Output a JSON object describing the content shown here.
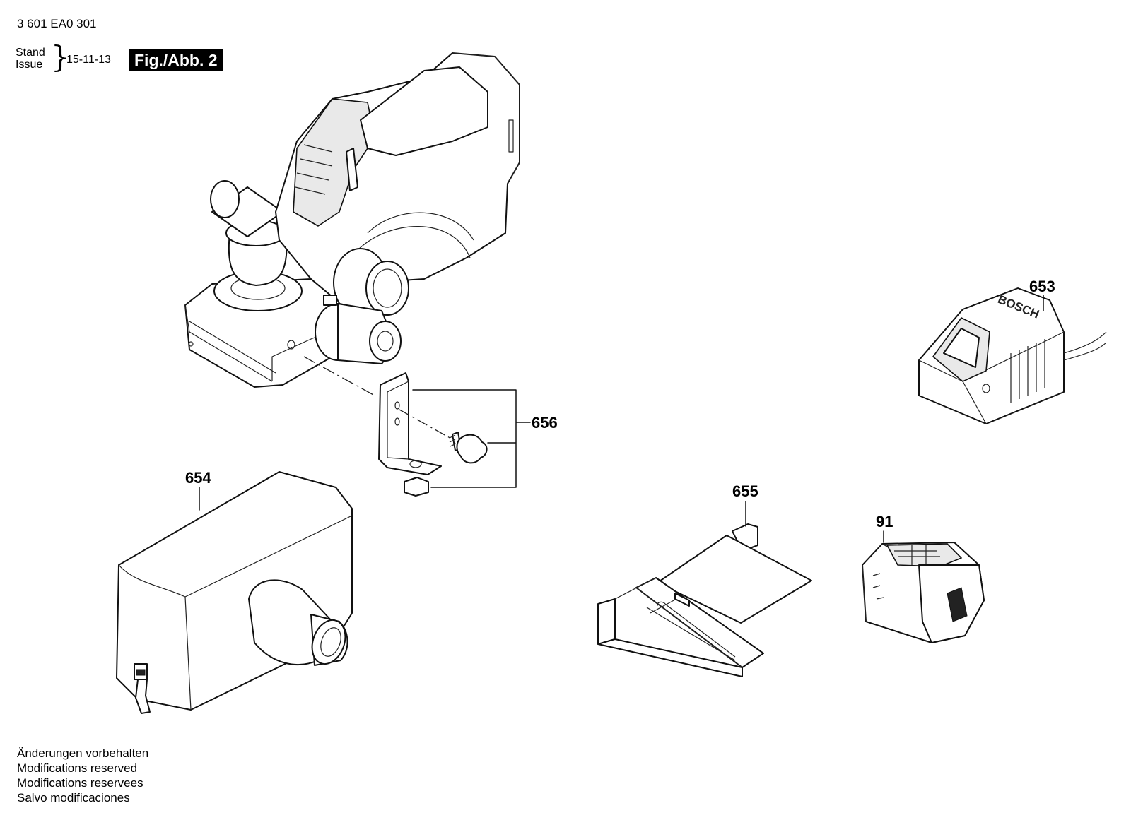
{
  "header": {
    "doc_number": "3 601 EA0 301",
    "stand_label": "Stand",
    "issue_label": "Issue",
    "date": "15-11-13",
    "figure_label": "Fig./Abb. 2"
  },
  "callouts": {
    "p653": "653",
    "p654": "654",
    "p655": "655",
    "p656": "656",
    "p91": "91"
  },
  "footer": {
    "lines": [
      "Änderungen vorbehalten",
      "Modifications reserved",
      "Modifications reservees",
      "Salvo modificaciones"
    ]
  },
  "charger_brand": "BOSCH"
}
